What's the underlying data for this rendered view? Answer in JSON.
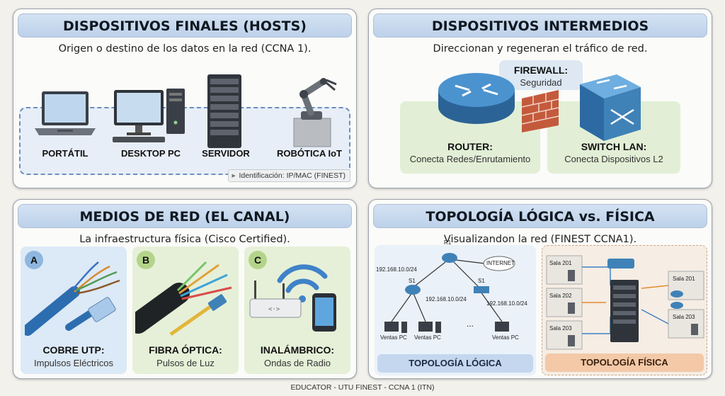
{
  "panels": {
    "hosts": {
      "title": "DISPOSITIVOS FINALES (HOSTS)",
      "subtitle": "Origen o destino de los datos en la red (CCNA 1).",
      "items": [
        "PORTÁTIL",
        "DESKTOP PC",
        "SERVIDOR",
        "ROBÓTICA IoT"
      ],
      "ident": "Identificación: IP/MAC (FINEST)"
    },
    "intermediate": {
      "title": "DISPOSITIVOS INTERMEDIOS",
      "subtitle": "Direccionan y regeneran el tráfico de red.",
      "firewall_label": "FIREWALL:",
      "firewall_sub": "Seguridad",
      "router_label": "ROUTER:",
      "router_sub": "Conecta Redes/Enrutamiento",
      "switch_label": "SWITCH LAN:",
      "switch_sub": "Conecta Dispositivos L2"
    },
    "media": {
      "title": "MEDIOS DE RED (EL CANAL)",
      "subtitle": "La infraestructura física (Cisco Certified).",
      "cards": [
        {
          "badge": "A",
          "label": "COBRE UTP:",
          "sub": "Impulsos Eléctricos"
        },
        {
          "badge": "B",
          "label": "FIBRA ÓPTICA:",
          "sub": "Pulsos de Luz"
        },
        {
          "badge": "C",
          "label": "INALÁMBRICO:",
          "sub": "Ondas de Radio"
        }
      ]
    },
    "topology": {
      "title": "TOPOLOGÍA LÓGICA vs. FÍSICA",
      "subtitle": "Visualizandon la red (FINEST CCNA1).",
      "logical": {
        "footer": "TOPOLOGÍA LÓGICA",
        "r1": "R1",
        "internet": "INTERNET",
        "s1a": "S1",
        "s1b": "S1",
        "net1": "192.168.10.0/24",
        "net2": "192.168.10.0/24",
        "net3": "192.168.10.0/24",
        "pc1": "Ventas PC",
        "pc2": "Ventas PC",
        "pc3": "Ventas PC",
        "ellipsis": "..."
      },
      "physical": {
        "footer": "TOPOLOGÍA FÍSICA",
        "rooms_left": [
          "Sala 201",
          "Sala 202",
          "Sala 203"
        ],
        "rooms_right": [
          "Sala 201",
          "Sala 203"
        ]
      }
    }
  },
  "footer": "EDUCATOR - UTU FINEST - CCNA 1 (ITN)",
  "colors": {
    "title_bg": "#c7d8ee",
    "green_bg": "#e2efd6",
    "card_blue": "#dce9f6",
    "card_green": "#e6f0d8",
    "logical_bg": "#eaf1f9",
    "physical_bg": "#f6ede4",
    "firewall": "#c45a3c",
    "device_blue": "#3f82b8"
  }
}
